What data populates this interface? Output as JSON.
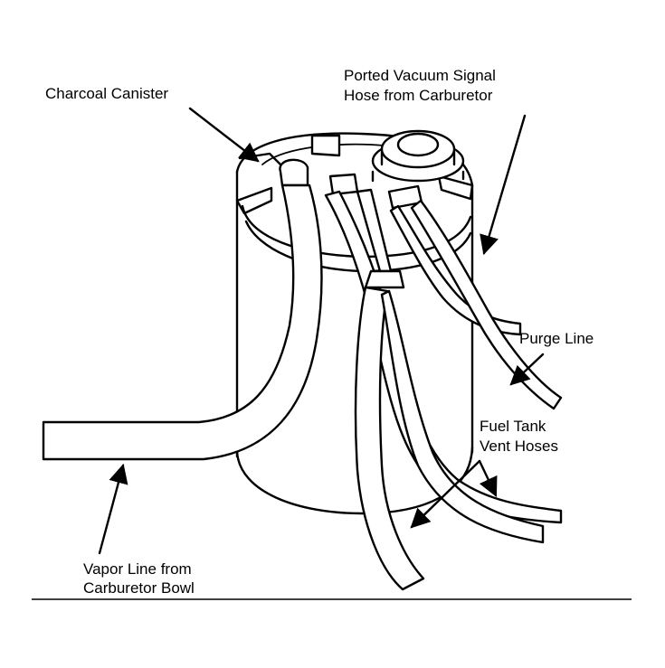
{
  "labels": {
    "charcoal_canister": "Charcoal Canister",
    "ported_vacuum_line1": "Ported Vacuum Signal",
    "ported_vacuum_line2": "Hose from Carburetor",
    "purge_line": "Purge Line",
    "fuel_tank_line1": "Fuel Tank",
    "fuel_tank_line2": "Vent Hoses",
    "vapor_line_line1": "Vapor Line from",
    "vapor_line_line2": "Carburetor Bowl"
  },
  "colors": {
    "ink": "#000000",
    "paper": "#ffffff"
  }
}
